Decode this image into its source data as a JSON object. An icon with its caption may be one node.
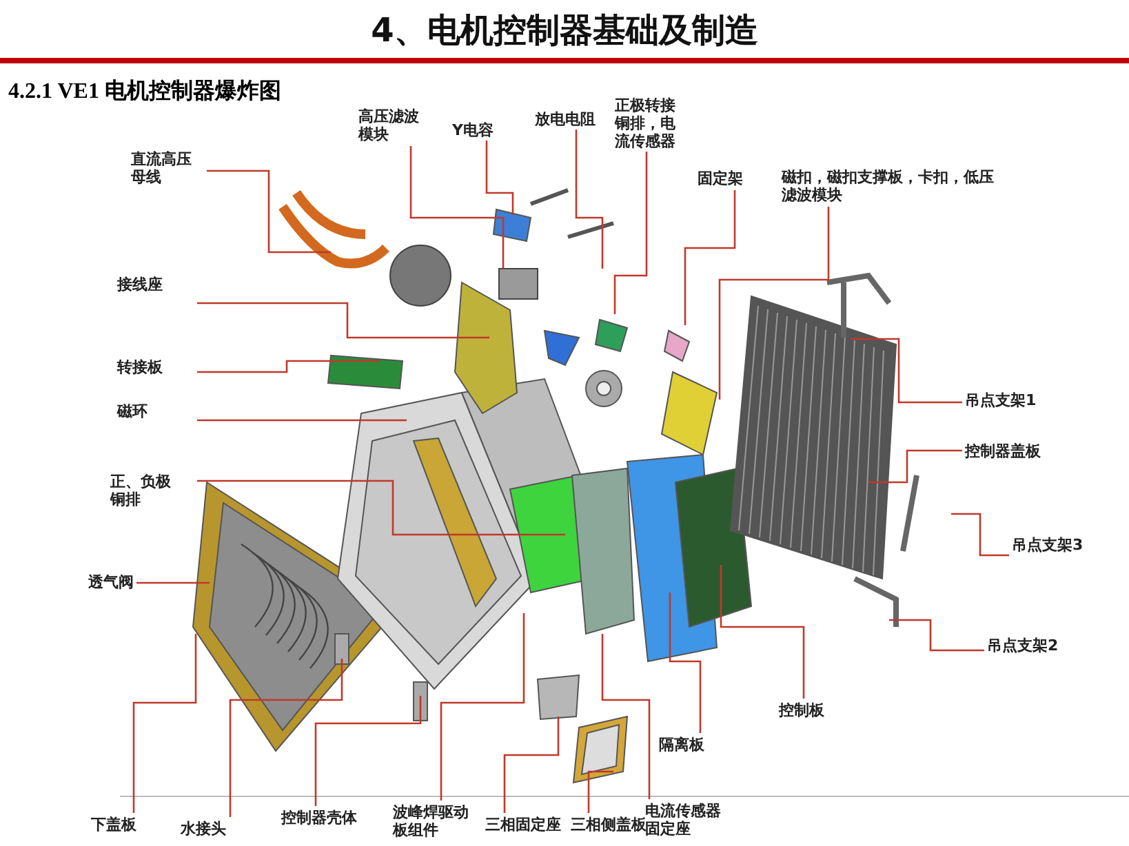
{
  "diagram": {
    "title": "4、电机控制器基础及制造",
    "nodes": [
      {
        "text": [
          "直流高压母线"
        ]
      },
      {
        "text": [
          "高压滤波模块"
        ]
      },
      {
        "text": [
          "Y电容"
        ]
      },
      {
        "text": [
          "放电电阻"
        ]
      },
      {
        "text": [
          "正极转接铜排，电流传感器"
        ]
      },
      {
        "text": [
          "固定架"
        ]
      },
      {
        "text": [
          "磁扣，磁扣支撑板，卡扣，低压滤波模块"
        ]
      },
      {
        "text": [
          "接线座"
        ]
      },
      {
        "text": [
          "转接板"
        ]
      },
      {
        "text": [
          "磁环"
        ]
      },
      {
        "text": [
          "正、负极铜排"
        ]
      },
      {
        "text": [
          "透气阀"
        ]
      },
      {
        "text": [
          "吊点支架1"
        ]
      },
      {
        "text": [
          "控制器盖板"
        ]
      },
      {
        "text": [
          "吊点支架3"
        ]
      },
      {
        "text": [
          "吊点支架2"
        ]
      },
      {
        "text": [
          "控制板"
        ]
      },
      {
        "text": [
          "隔离板"
        ]
      },
      {
        "text": [
          "下盖板"
        ]
      },
      {
        "text": [
          "水接头"
        ]
      },
      {
        "text": [
          "控制器壳体"
        ]
      },
      {
        "text": [
          "波峰焊驱动板组件"
        ]
      },
      {
        "text": [
          "三相固定座"
        ]
      },
      {
        "text": [
          "三相侧盖板"
        ]
      },
      {
        "text": [
          "电流传感器固定座"
        ]
      }
    ],
    "edges": [
      {
        "from": 0,
        "to": null,
        "arrow": "none"
      },
      {
        "from": 1,
        "to": null,
        "arrow": "none"
      },
      {
        "from": 2,
        "to": null,
        "arrow": "none"
      },
      {
        "from": 3,
        "to": null,
        "arrow": "none"
      },
      {
        "from": 4,
        "to": null,
        "arrow": "none"
      },
      {
        "from": 5,
        "to": null,
        "arrow": "none"
      },
      {
        "from": 6,
        "to": null,
        "arrow": "none"
      },
      {
        "from": 7,
        "to": null,
        "arrow": "none"
      },
      {
        "from": 8,
        "to": null,
        "arrow": "none"
      },
      {
        "from": 9,
        "to": null,
        "arrow": "none"
      },
      {
        "from": 10,
        "to": null,
        "arrow": "none"
      },
      {
        "from": 11,
        "to": null,
        "arrow": "none"
      },
      {
        "from": 12,
        "to": null,
        "arrow": "none"
      },
      {
        "from": 13,
        "to": null,
        "arrow": "none"
      },
      {
        "from": 14,
        "to": null,
        "arrow": "none"
      },
      {
        "from": 15,
        "to": null,
        "arrow": "none"
      },
      {
        "from": 16,
        "to": null,
        "arrow": "none"
      },
      {
        "from": 17,
        "to": null,
        "arrow": "none"
      },
      {
        "from": 18,
        "to": null,
        "arrow": "none"
      },
      {
        "from": 19,
        "to": null,
        "arrow": "none"
      },
      {
        "from": 20,
        "to": null,
        "arrow": "none"
      },
      {
        "from": 21,
        "to": null,
        "arrow": "none"
      },
      {
        "from": 22,
        "to": null,
        "arrow": "none"
      },
      {
        "from": 23,
        "to": null,
        "arrow": "none"
      },
      {
        "from": 24,
        "to": null,
        "arrow": "none"
      }
    ],
    "labels": [
      "4.2.1 VE1 电机控制器爆炸图"
    ]
  }
}
